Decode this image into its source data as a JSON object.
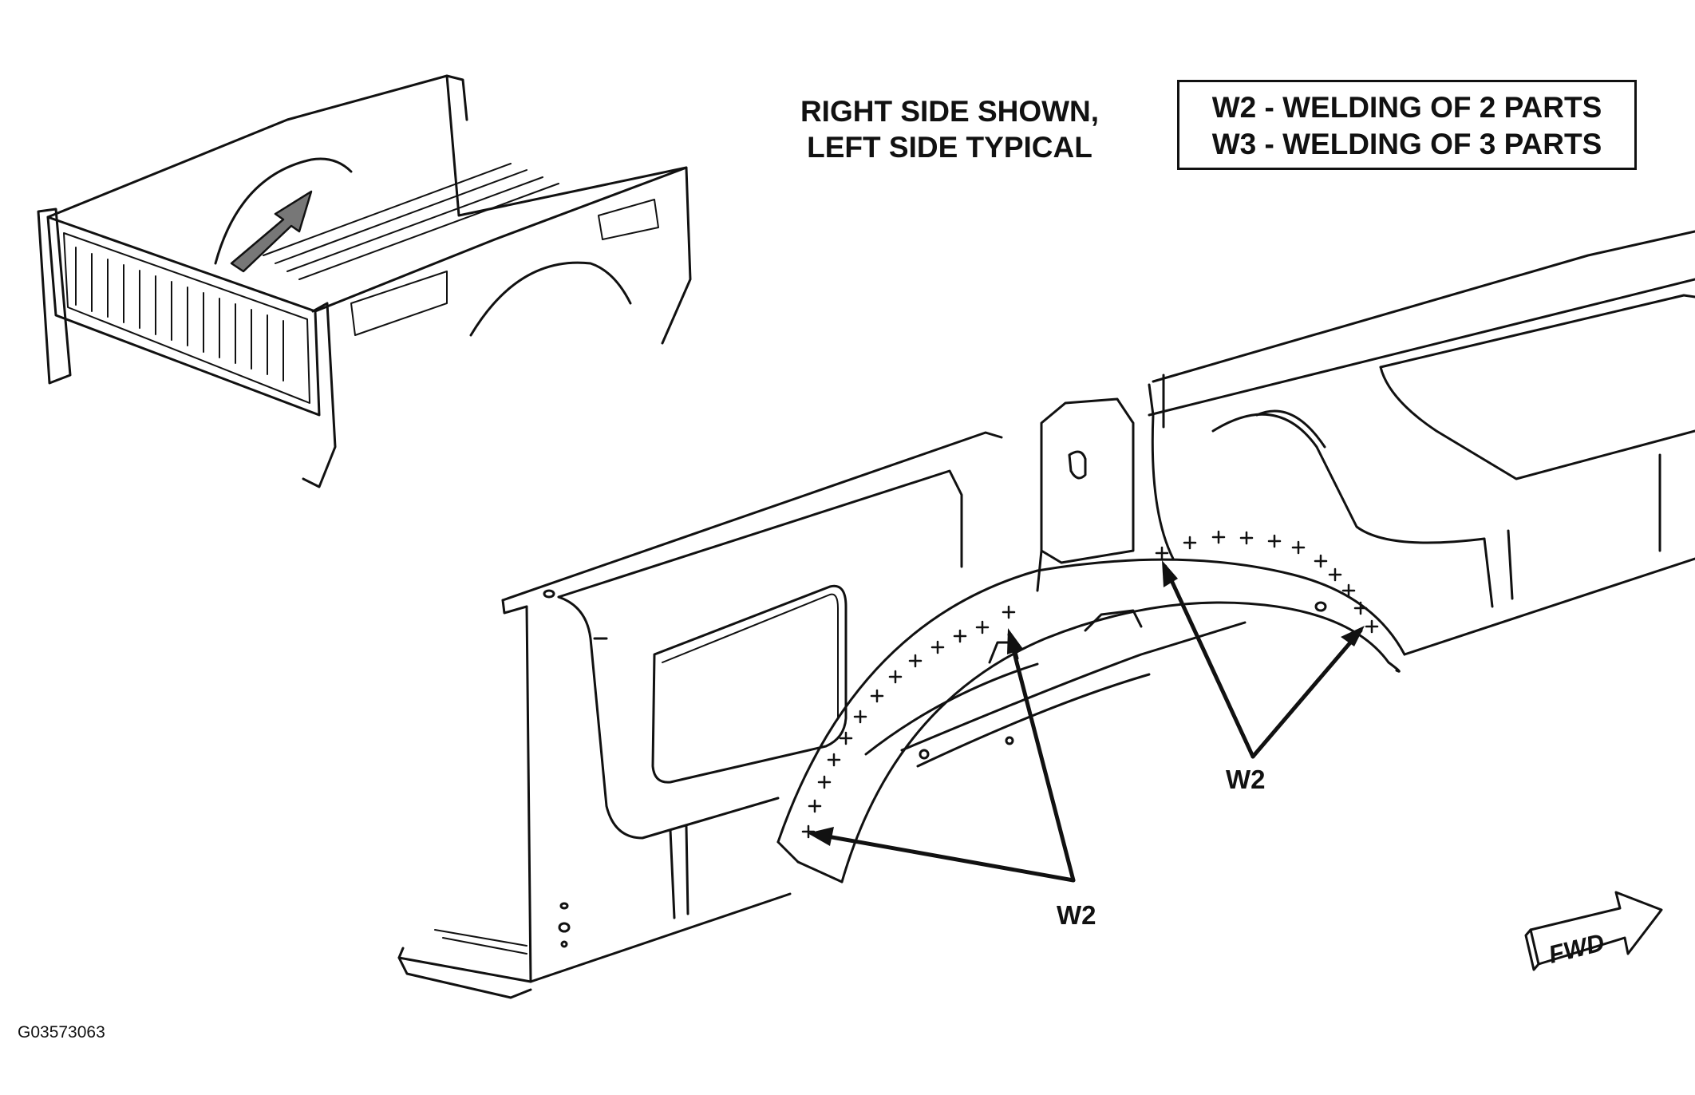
{
  "caption": {
    "line1": "RIGHT SIDE SHOWN,",
    "line2": "LEFT SIDE TYPICAL"
  },
  "legend": {
    "w2": "W2 - WELDING OF 2 PARTS",
    "w3": "W3 - WELDING OF 3 PARTS"
  },
  "callouts": {
    "lower": "W2",
    "upper": "W2"
  },
  "direction": "FWD",
  "figure_id": "G03573063",
  "icons": [
    "truck-bed-icon",
    "arrow-icon",
    "fwd-arrow-icon"
  ],
  "colors": {
    "ink": "#111111",
    "paper": "#ffffff"
  }
}
